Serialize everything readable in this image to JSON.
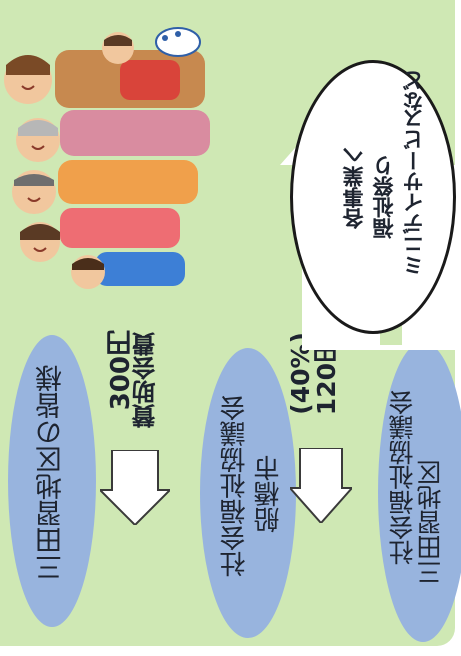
{
  "nodes": {
    "residents": "三田習地区の皆様",
    "funabashi_line1": "船橋市",
    "funabashi_line2": "社会福祉協議会",
    "mitarai_line1": "三田習地区",
    "mitarai_line2": "社会福祉協議会"
  },
  "flows": {
    "fee_label": "賛助会費",
    "fee_amount": "300円",
    "share_amount": "120円",
    "share_percent": "(40%)"
  },
  "activities": {
    "line1": "ミニデイサービス",
    "line1_suffix": "など",
    "line2": "福祉祭り",
    "line3": "各事業へ"
  },
  "colors": {
    "panel_green": "#cfe8b4",
    "ellipse_blue": "#98b4de"
  }
}
